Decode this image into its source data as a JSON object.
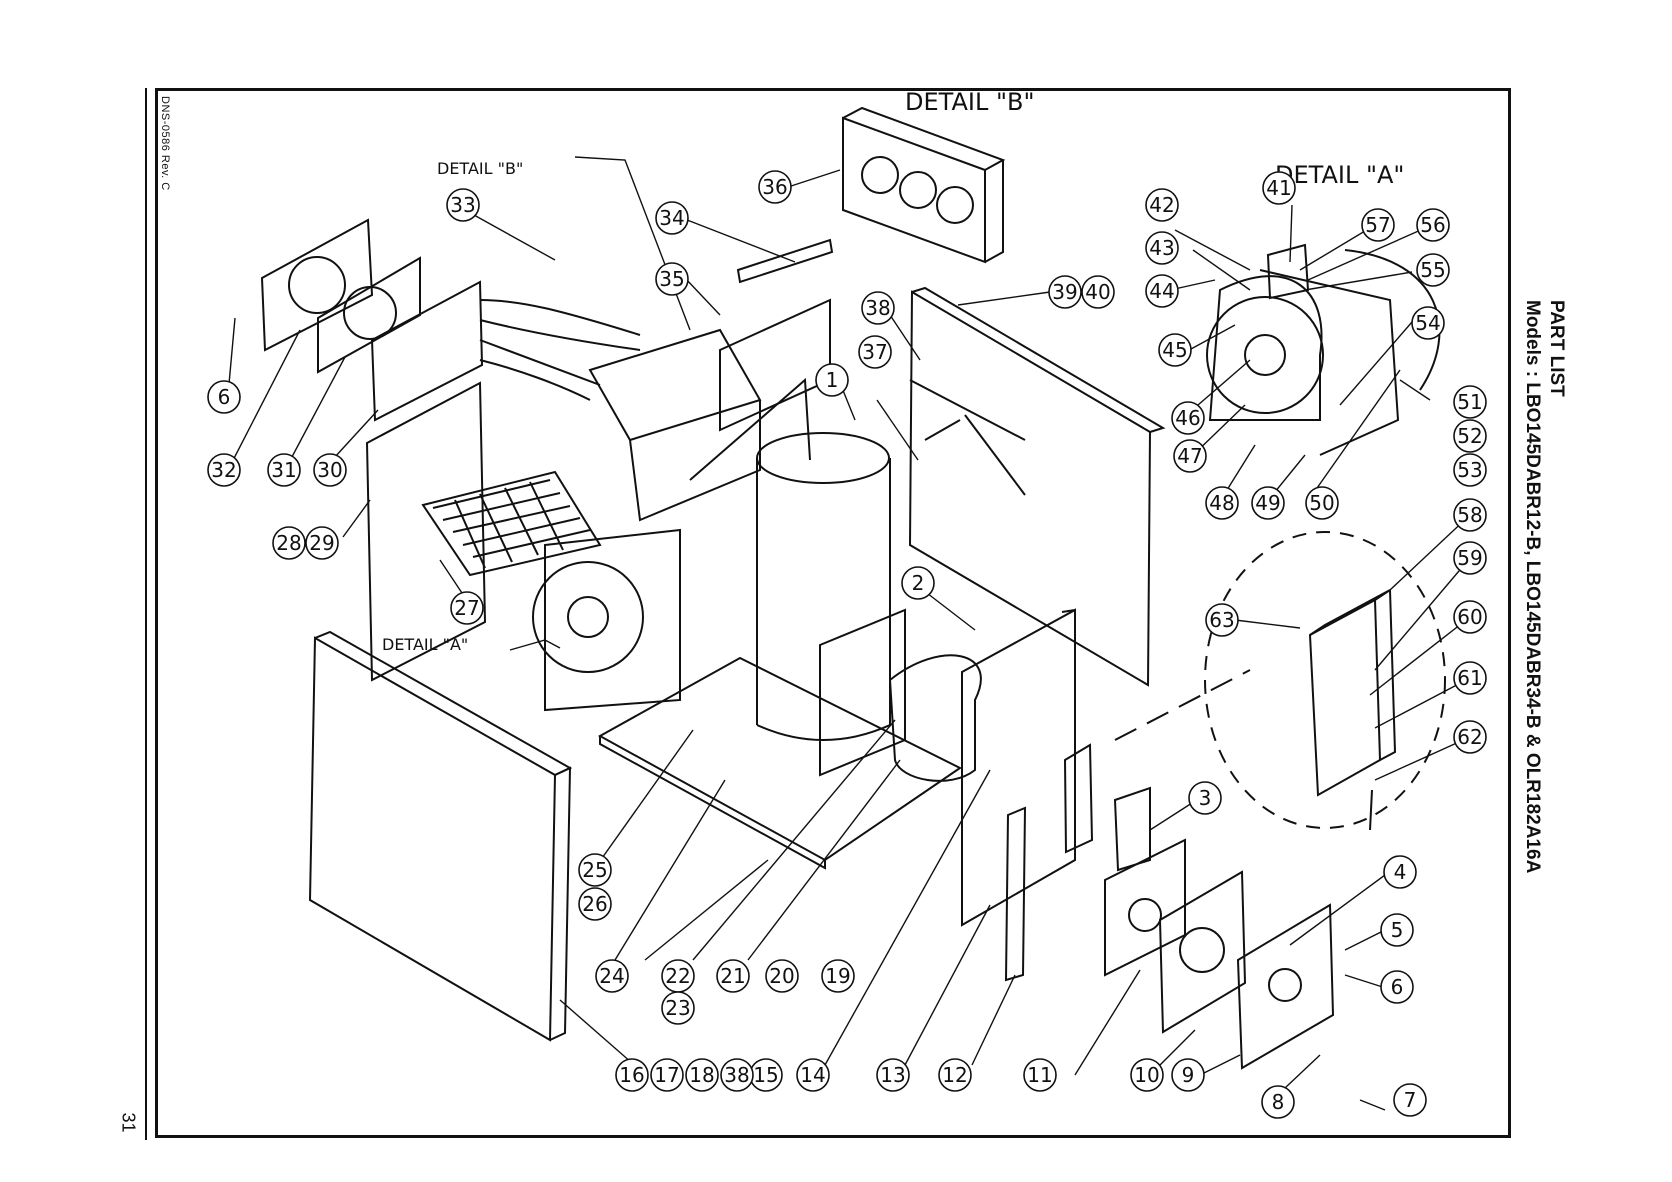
{
  "document_id": "DNS-0586 Rev. C",
  "page_number": "31",
  "part_list": {
    "title": "PART LIST",
    "models": "Models : LBO145DABR12-B, LBO145DABR34-B & OLR182A16A"
  },
  "details": {
    "detail_a_title": "DETAIL \"A\"",
    "detail_b_title": "DETAIL \"B\"",
    "detail_a_ref": "DETAIL \"A\"",
    "detail_b_ref": "DETAIL \"B\""
  },
  "callouts": [
    "1",
    "2",
    "3",
    "4",
    "5",
    "6",
    "6",
    "7",
    "8",
    "9",
    "10",
    "11",
    "12",
    "13",
    "14",
    "15",
    "16",
    "17",
    "18",
    "38",
    "19",
    "20",
    "21",
    "22",
    "23",
    "24",
    "25",
    "26",
    "27",
    "28",
    "29",
    "30",
    "31",
    "32",
    "33",
    "34",
    "35",
    "36",
    "37",
    "38",
    "39",
    "40",
    "41",
    "42",
    "43",
    "44",
    "45",
    "46",
    "47",
    "48",
    "49",
    "50",
    "51",
    "52",
    "53",
    "54",
    "55",
    "56",
    "57",
    "58",
    "59",
    "60",
    "61",
    "62",
    "63"
  ]
}
